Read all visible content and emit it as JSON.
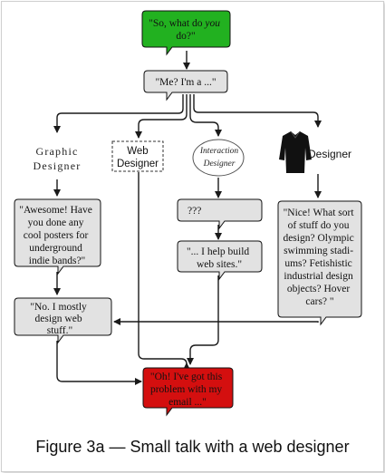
{
  "colors": {
    "start": "#22b120",
    "end": "#d40f0f",
    "bubble": "#e2e2e2",
    "line": "#1a1a1a"
  },
  "bubbles": {
    "start": [
      "\"So, what do you",
      "do?\""
    ],
    "me": [
      "\"Me? I'm a ...\""
    ],
    "awesome": [
      "\"Awesome! Have",
      "you done any",
      "cool posters for",
      "underground",
      "indie bands?\""
    ],
    "qqq": [
      "???"
    ],
    "help": [
      "\"... I help build",
      "web sites.\""
    ],
    "nice": [
      "\"Nice! What sort",
      "of stuff do you",
      "design? Olympic",
      "swimming stadi-",
      "ums? Fetishistic",
      "industrial design",
      "objects? Hover",
      "cars? \""
    ],
    "no": [
      "\"No. I mostly",
      "design web",
      "stuff.\""
    ],
    "end": [
      "\"Oh! I've got this",
      "problem with my",
      "email ...\""
    ]
  },
  "labels": {
    "graphic": [
      "Graphic",
      "Designer"
    ],
    "web": [
      "Web",
      "Designer"
    ],
    "interaction": [
      "Interaction",
      "Designer"
    ],
    "designer": "Designer"
  },
  "icons": {
    "designer": "black-jacket-icon"
  },
  "caption": "Figure 3a — Small talk with a web designer"
}
